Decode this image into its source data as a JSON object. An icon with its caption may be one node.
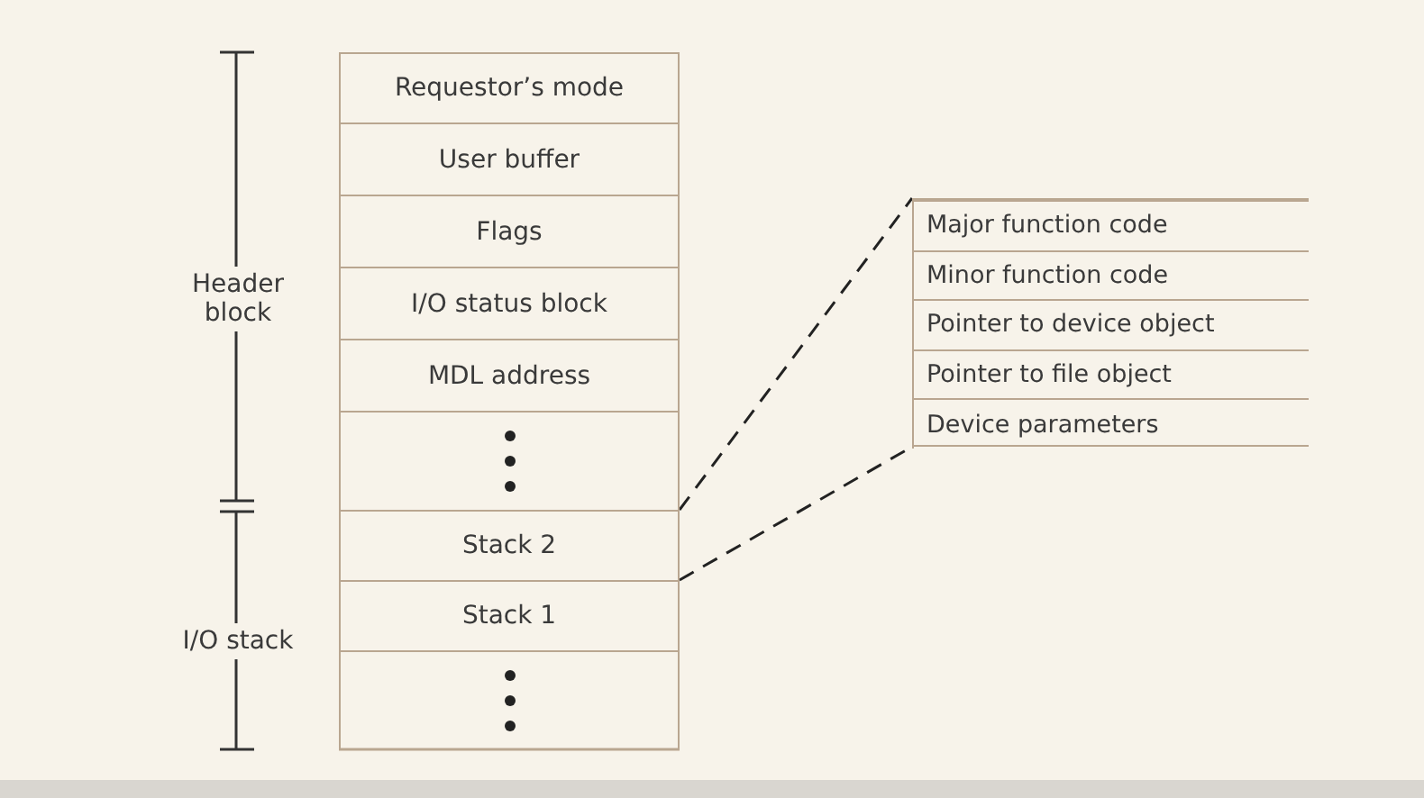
{
  "diagram": {
    "nodes": [
      {
        "text": [
          "Requestor’s mode"
        ]
      },
      {
        "text": [
          "User buffer"
        ]
      },
      {
        "text": [
          "Flags"
        ]
      },
      {
        "text": [
          "I/O status block"
        ]
      },
      {
        "text": [
          "MDL address"
        ]
      },
      {
        "text": [],
        "shape": "box"
      },
      {
        "text": [
          "Stack 2"
        ]
      },
      {
        "text": [
          "Stack 1"
        ]
      },
      {
        "text": [],
        "shape": "box"
      },
      {
        "text": [],
        "shape": "box"
      },
      {
        "text": [
          "Major function code"
        ],
        "in": 9
      },
      {
        "text": [
          "Minor function code"
        ],
        "in": 9
      },
      {
        "text": [
          "Pointer to device object"
        ],
        "in": 9
      },
      {
        "text": [
          "Pointer to file object"
        ],
        "in": 9
      },
      {
        "text": [
          "Device parameters"
        ],
        "in": 9
      }
    ],
    "edges": [
      {
        "from": 6,
        "to": 9,
        "arrow": "none",
        "style": "dashed"
      },
      {
        "from": 6,
        "to": 9,
        "arrow": "none",
        "style": "dashed"
      }
    ],
    "labels": [
      "Header block",
      "I/O stack"
    ]
  }
}
